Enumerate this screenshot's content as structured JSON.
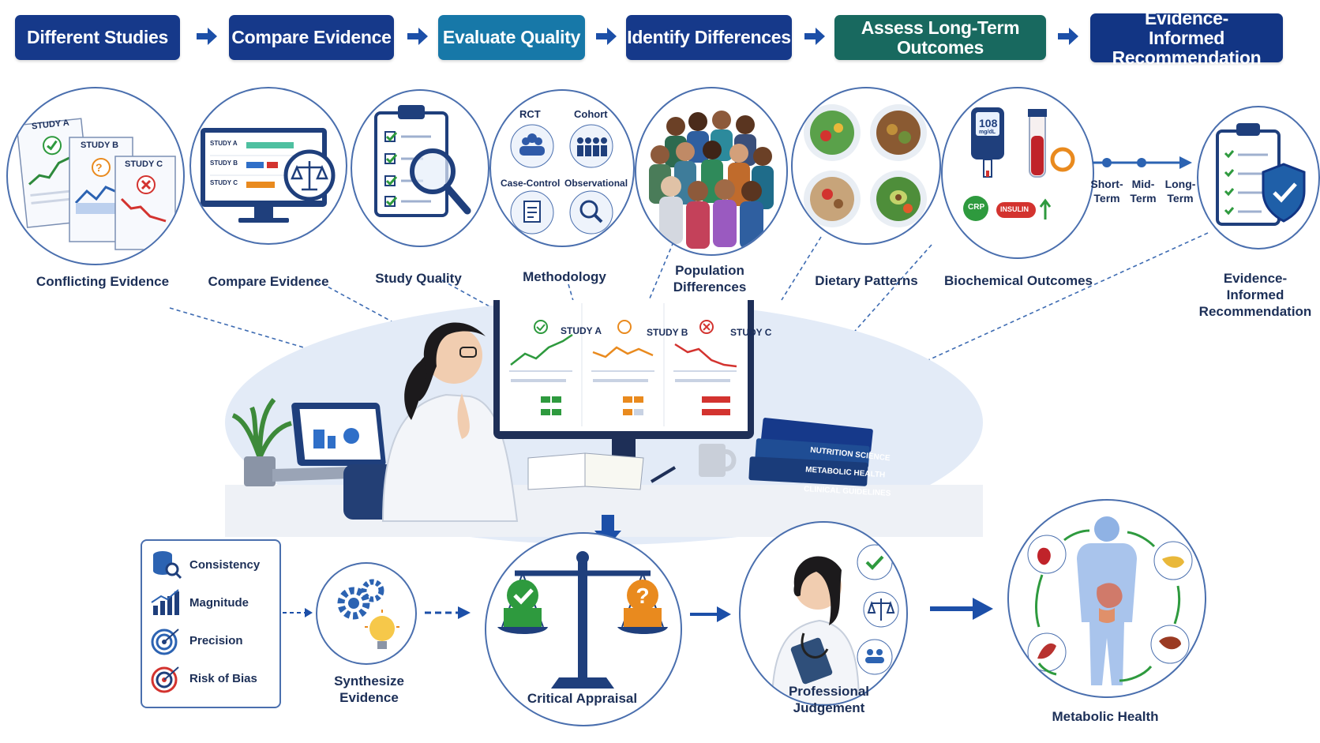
{
  "top_steps": [
    {
      "label": "Different Studies"
    },
    {
      "label": "Compare Evidence"
    },
    {
      "label": "Evaluate Quality"
    },
    {
      "label": "Identify Differences"
    },
    {
      "label": "Assess Long-Term Outcomes"
    },
    {
      "label": "Evidence-Informed Recommendation"
    }
  ],
  "circles": {
    "conflicting": {
      "label": "Conflicting Evidence",
      "study_a": "STUDY A",
      "study_b": "STUDY B",
      "study_c": "STUDY C"
    },
    "compare": {
      "label": "Compare Evidence",
      "rows": [
        "STUDY A",
        "STUDY B",
        "STUDY C"
      ]
    },
    "quality": {
      "label": "Study Quality"
    },
    "methodology": {
      "label": "Methodology",
      "rct": "RCT",
      "cohort": "Cohort",
      "case_control": "Case-Control",
      "observational": "Observational"
    },
    "population": {
      "label": "Population Differences"
    },
    "dietary": {
      "label": "Dietary Patterns"
    },
    "biochemical": {
      "label": "Biochemical Outcomes",
      "glucose": "108",
      "unit": "mg/dL",
      "crp": "CRP",
      "insulin": "INSULIN"
    },
    "timeline": {
      "short": "Short-Term",
      "mid": "Mid-Term",
      "long": "Long-Term"
    },
    "recommendation": {
      "label": "Evidence-Informed Recommendation"
    }
  },
  "monitor": {
    "study_a": "STUDY A",
    "study_b": "STUDY B",
    "study_c": "STUDY C"
  },
  "books": [
    "NUTRITION SCIENCE",
    "METABOLIC HEALTH",
    "CLINICAL GUIDELINES"
  ],
  "criteria": [
    "Consistency",
    "Magnitude",
    "Precision",
    "Risk of Bias"
  ],
  "bottom": {
    "synthesize": "Synthesize Evidence",
    "appraisal": "Critical Appraisal",
    "judgement": "Professional Judgement",
    "metabolic": "Metabolic Health"
  },
  "colors": {
    "navy": "#16398a",
    "teal": "#1778a8",
    "green": "#18695f",
    "check": "#2e9a3e",
    "cross": "#d3332f",
    "question": "#e98a1e"
  }
}
